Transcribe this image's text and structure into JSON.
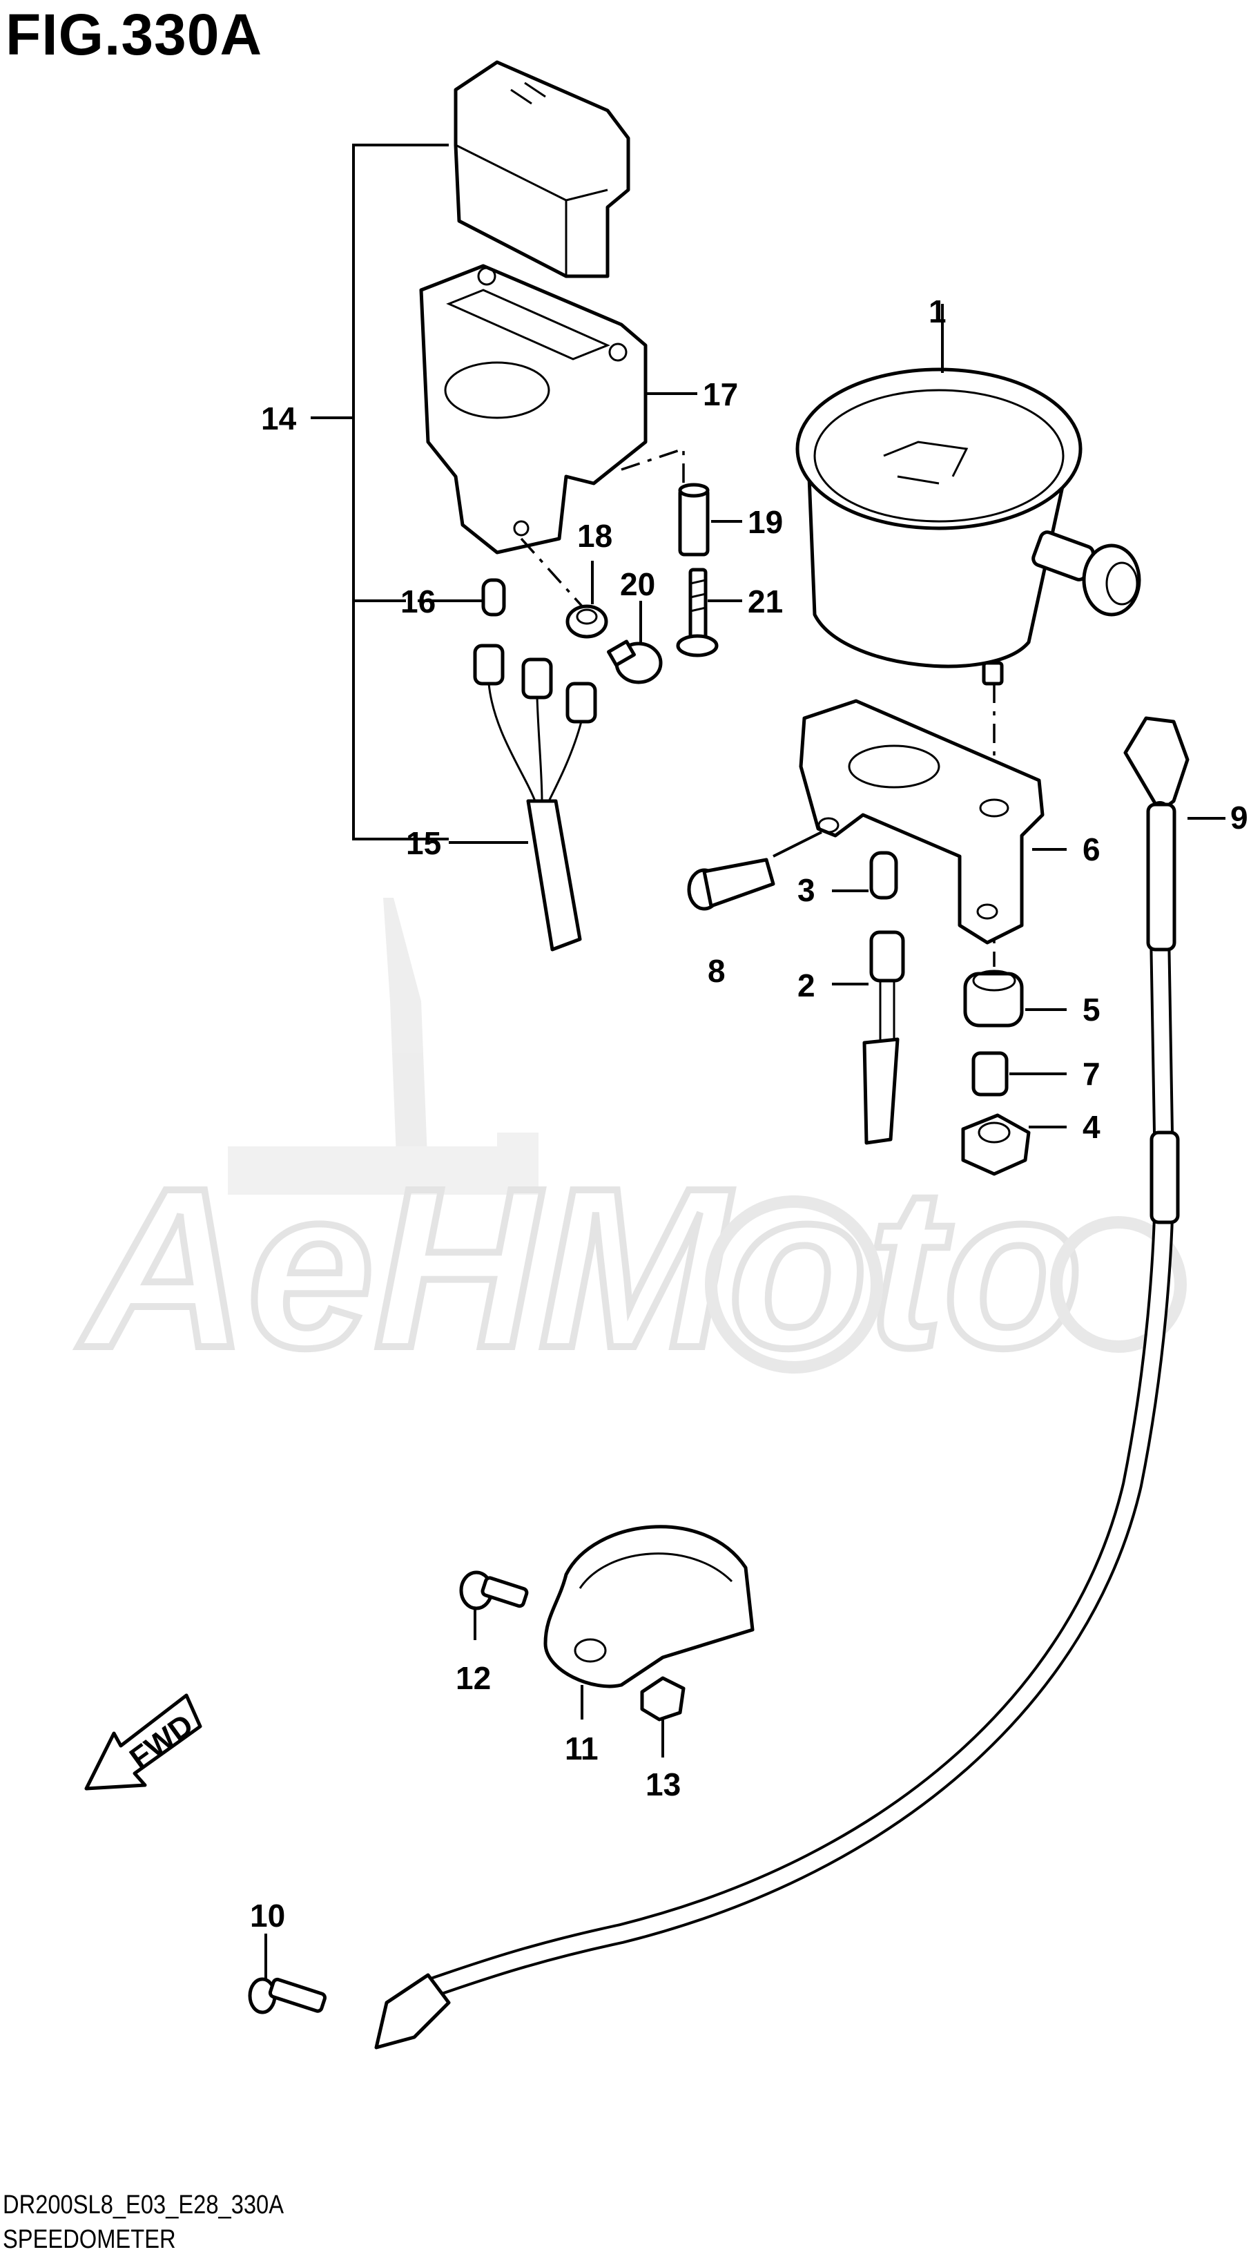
{
  "figure": {
    "title": "FIG.330A",
    "model_code": "DR200SL8_E03_E28_330A",
    "caption": "SPEEDOMETER"
  },
  "watermark": {
    "text": "AeHMoto"
  },
  "direction_marker": {
    "label": "FWD"
  },
  "callouts": {
    "c1": "1",
    "c2": "2",
    "c3": "3",
    "c4": "4",
    "c5": "5",
    "c6": "6",
    "c7": "7",
    "c8": "8",
    "c9": "9",
    "c10": "10",
    "c11": "11",
    "c12": "12",
    "c13": "13",
    "c14": "14",
    "c15": "15",
    "c16": "16",
    "c17": "17",
    "c18": "18",
    "c19": "19",
    "c20": "20",
    "c21": "21"
  }
}
